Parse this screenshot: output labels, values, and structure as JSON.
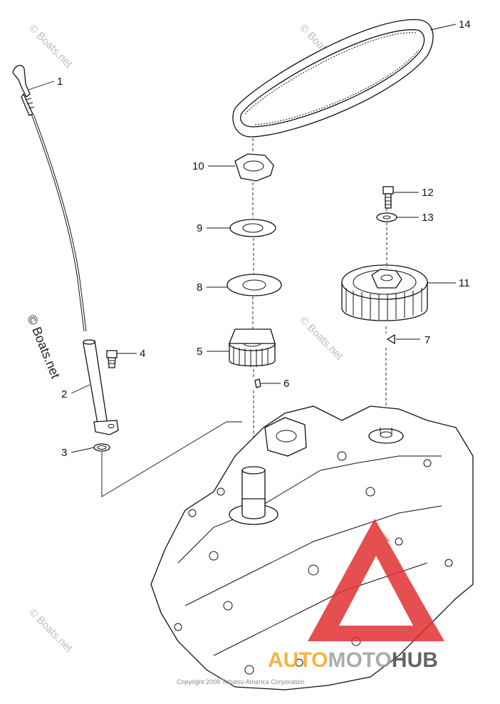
{
  "watermark": "© Boats.net",
  "copyright": "Copyright 2009 Tohatsu America Corporation",
  "logo": {
    "text_orange": "AUTO",
    "text_gray": "MOTO",
    "text_dark": "HUB",
    "colors": {
      "orange": "#f5a623",
      "gray": "#9e9e9e",
      "dark": "#4a4a4a",
      "triangle": "#e03030"
    }
  },
  "callouts": [
    {
      "id": "1",
      "label": "1"
    },
    {
      "id": "2",
      "label": "2"
    },
    {
      "id": "3",
      "label": "3"
    },
    {
      "id": "4",
      "label": "4"
    },
    {
      "id": "5",
      "label": "5"
    },
    {
      "id": "6",
      "label": "6"
    },
    {
      "id": "7",
      "label": "7"
    },
    {
      "id": "8",
      "label": "8"
    },
    {
      "id": "9",
      "label": "9"
    },
    {
      "id": "10",
      "label": "10"
    },
    {
      "id": "11",
      "label": "11"
    },
    {
      "id": "12",
      "label": "12"
    },
    {
      "id": "13",
      "label": "13"
    },
    {
      "id": "14",
      "label": "14"
    }
  ]
}
